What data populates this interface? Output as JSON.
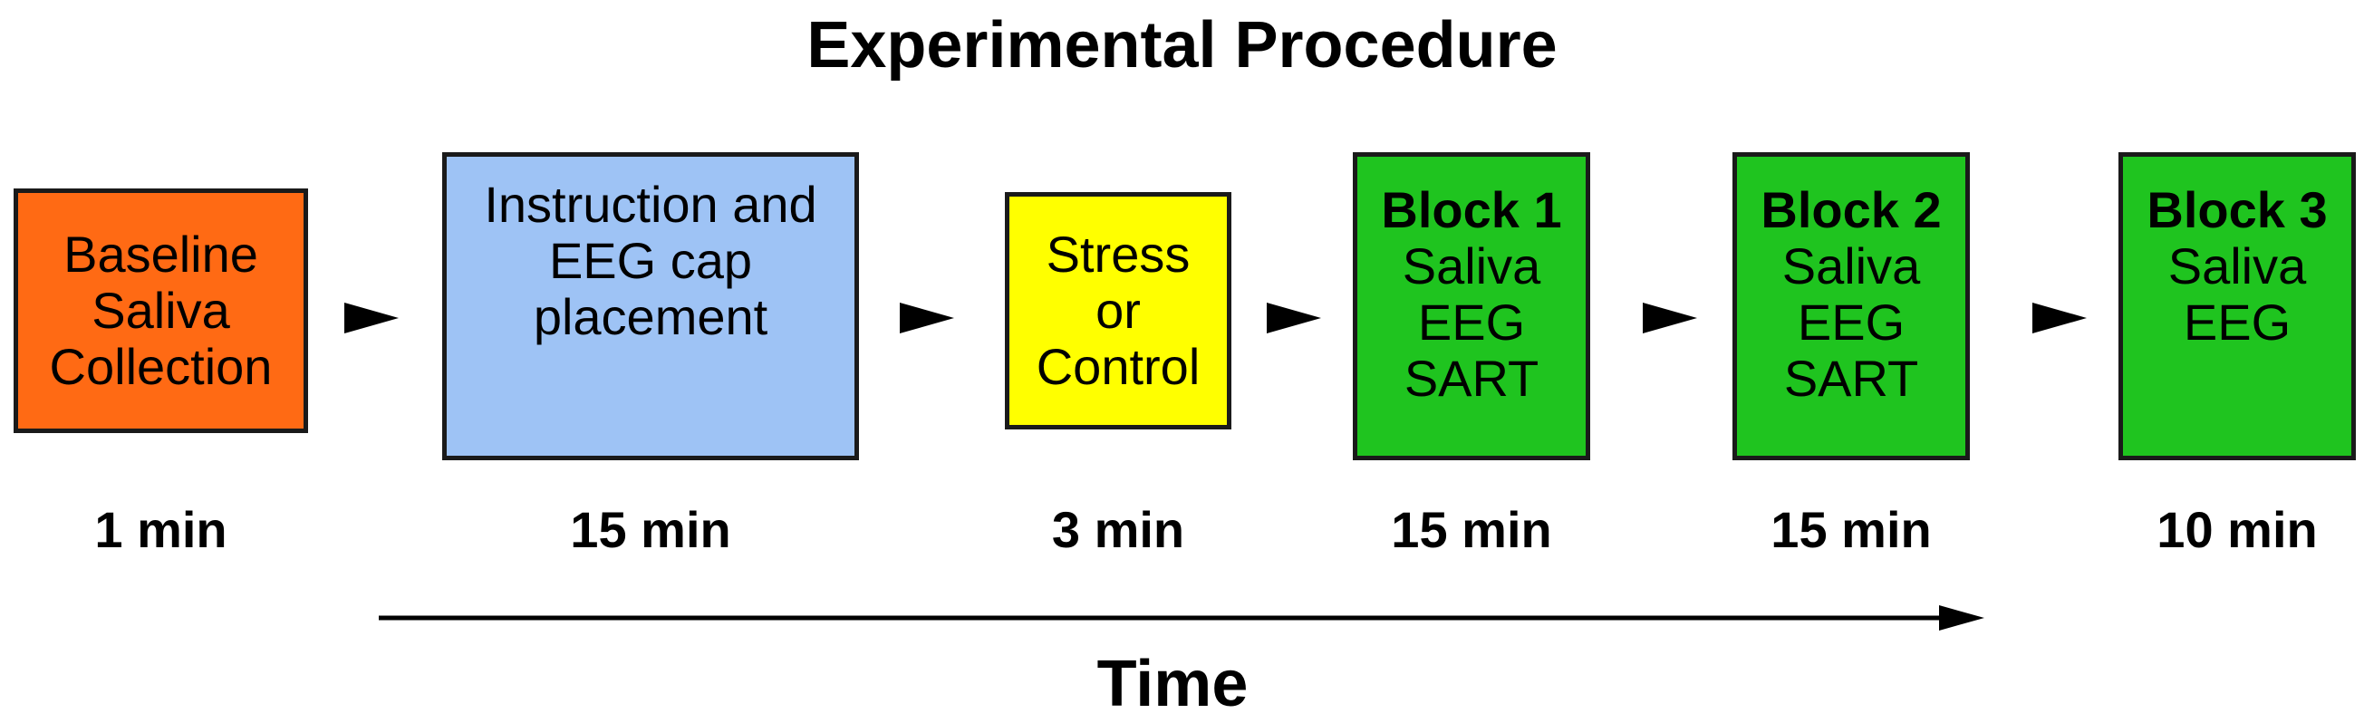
{
  "title": "Experimental Procedure",
  "steps": [
    {
      "lines": [
        "Baseline",
        "Saliva",
        "Collection"
      ],
      "duration": "1 min",
      "color": "#ff6a14"
    },
    {
      "lines": [
        "Instruction and",
        "EEG cap",
        "placement"
      ],
      "duration": "15 min",
      "color": "#9ec3f5"
    },
    {
      "lines": [
        "Stress",
        "or",
        "Control"
      ],
      "duration": "3 min",
      "color": "#ffff00"
    },
    {
      "heading": "Block 1",
      "lines": [
        "Saliva",
        "EEG",
        "SART"
      ],
      "duration": "15 min",
      "color": "#1fc41f"
    },
    {
      "heading": "Block 2",
      "lines": [
        "Saliva",
        "EEG",
        "SART"
      ],
      "duration": "15 min",
      "color": "#1fc41f"
    },
    {
      "heading": "Block 3",
      "lines": [
        "Saliva",
        "EEG"
      ],
      "duration": "10 min",
      "color": "#1fc41f"
    }
  ],
  "time_label": "Time"
}
